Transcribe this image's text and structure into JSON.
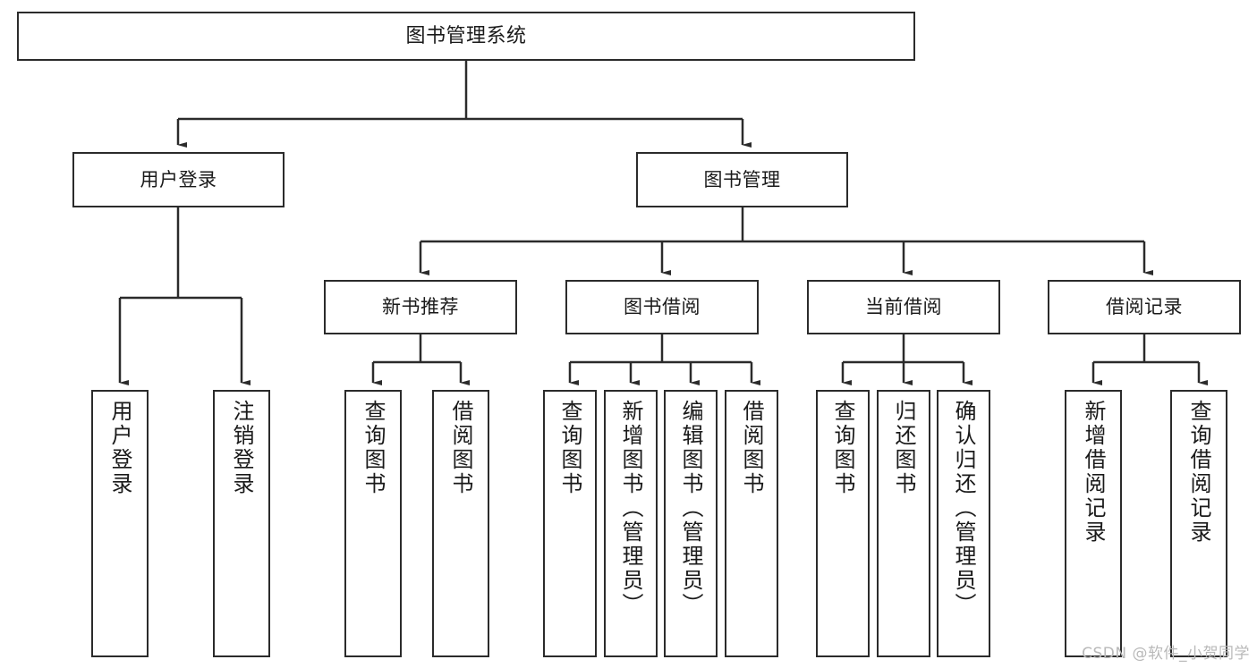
{
  "diagram": {
    "title": "图书管理系统",
    "watermark": "CSDN @软件_小贺同学",
    "colors": {
      "stroke": "#2b2b2b",
      "fill": "#ffffff",
      "text": "#1a1a1a",
      "watermark": "#b9b9b9"
    },
    "levels": {
      "root": {
        "label": "图书管理系统"
      },
      "level1": [
        {
          "label": "用户登录"
        },
        {
          "label": "图书管理"
        }
      ],
      "level2": [
        {
          "label": "新书推荐"
        },
        {
          "label": "图书借阅"
        },
        {
          "label": "当前借阅"
        },
        {
          "label": "借阅记录"
        }
      ],
      "leaves": {
        "user_login": [
          {
            "label": "用户登录"
          },
          {
            "label": "注销登录"
          }
        ],
        "new_book_recommend": [
          {
            "label": "查询图书"
          },
          {
            "label": "借阅图书"
          }
        ],
        "book_borrow": [
          {
            "label": "查询图书"
          },
          {
            "label": "新增图书（管理员）"
          },
          {
            "label": "编辑图书（管理员）"
          },
          {
            "label": "借阅图书"
          }
        ],
        "current_borrow": [
          {
            "label": "查询图书"
          },
          {
            "label": "归还图书"
          },
          {
            "label": "确认归还（管理员）"
          }
        ],
        "borrow_record": [
          {
            "label": "新增借阅记录"
          },
          {
            "label": "查询借阅记录"
          }
        ]
      }
    }
  }
}
